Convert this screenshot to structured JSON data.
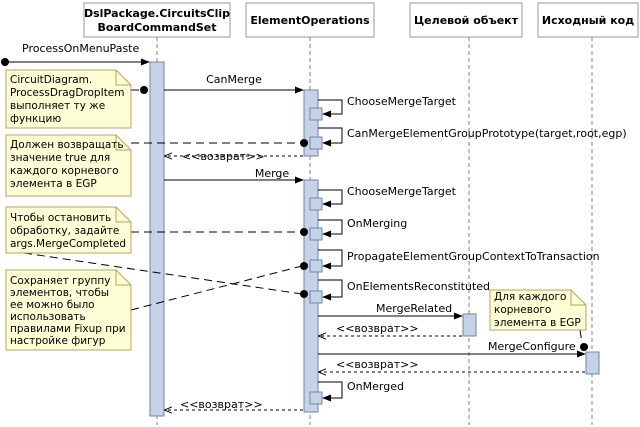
{
  "lifelines": [
    {
      "id": "dsl",
      "line1": "DslPackage.CircuitsClip",
      "line2": "BoardCommandSet"
    },
    {
      "id": "eo",
      "line1": "ElementOperations",
      "line2": ""
    },
    {
      "id": "target",
      "line1": "Целевой объект",
      "line2": ""
    },
    {
      "id": "source",
      "line1": "Исходный код",
      "line2": ""
    }
  ],
  "messages": {
    "process_on_menu_paste": "ProcessOnMenuPaste",
    "can_merge": "CanMerge",
    "choose_merge_target_1": "ChooseMergeTarget",
    "can_merge_egp": "CanMergeElementGroupPrototype(target,root,egp)",
    "return_1": "<<возврат>>",
    "merge": "Merge",
    "choose_merge_target_2": "ChooseMergeTarget",
    "on_merging": "OnMerging",
    "propagate_context": "PropagateElementGroupContextToTransaction",
    "on_elements_reconstituted": "OnElementsReconstituted",
    "merge_related": "MergeRelated",
    "return_2": "<<возврат>>",
    "merge_configure": "MergeConfigure",
    "return_3": "<<возврат>>",
    "on_merged": "OnMerged",
    "return_4": "<<возврат>>"
  },
  "notes": {
    "n1": [
      "CircuitDiagram.",
      "ProcessDragDropItem",
      "выполняет ту же",
      "функцию"
    ],
    "n2": [
      "Должен возвращать",
      "значение true для",
      "каждого корневого",
      "элемента в EGP"
    ],
    "n3": [
      "Чтобы остановить",
      "обработку, задайте",
      "args.MergeCompleted"
    ],
    "n4": [
      "Сохраняет группу",
      "элементов, чтобы",
      "ее можно было",
      "использовать",
      "правилами Fixup при",
      "настройке фигур"
    ],
    "n5": [
      "Для каждого",
      "корневого",
      "элемента в EGP"
    ]
  },
  "colors": {
    "activation_fill": "#c5d3e6",
    "note_fill": "#fdfdd6"
  }
}
